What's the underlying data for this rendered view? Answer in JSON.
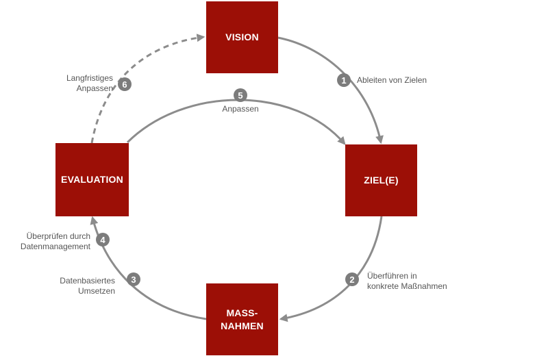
{
  "nodes": {
    "vision": "VISION",
    "ziele": "ZIEL(E)",
    "massnahmen": "MASS-\nNAHMEN",
    "evaluation": "EVALUATION"
  },
  "steps": [
    {
      "number": "1",
      "label": "Ableiten von Zielen"
    },
    {
      "number": "2",
      "label": "Überführen in\nkonkrete Maßnahmen"
    },
    {
      "number": "3",
      "label": "Datenbasiertes\nUmsetzen"
    },
    {
      "number": "4",
      "label": "Überprüfen durch\nDatenmanagement"
    },
    {
      "number": "5",
      "label": "Anpassen"
    },
    {
      "number": "6",
      "label": "Langfristiges\nAnpassen"
    }
  ],
  "colors": {
    "box": "#9c0f06",
    "arrow": "#8c8c8c",
    "badge": "#7c7c7c",
    "label": "#555555"
  }
}
